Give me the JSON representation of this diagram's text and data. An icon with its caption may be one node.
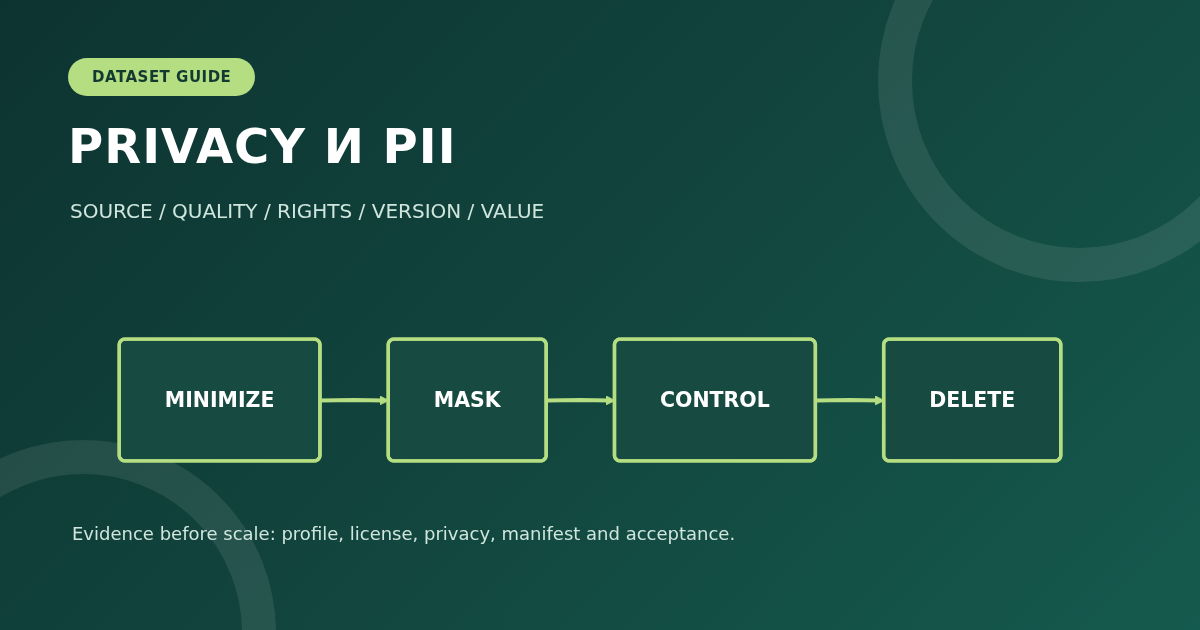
{
  "diagram": {
    "title": "PRIVACY И PII",
    "caption": "Evidence before scale: profile, license, privacy, manifest and acceptance.",
    "nodes": [
      {
        "text": [
          "MINIMIZE"
        ]
      },
      {
        "text": [
          "MASK"
        ]
      },
      {
        "text": [
          "CONTROL"
        ]
      },
      {
        "text": [
          "DELETE"
        ]
      }
    ],
    "edges": [
      {
        "from": 0,
        "to": 1,
        "arrow": "to"
      },
      {
        "from": 1,
        "to": 2,
        "arrow": "to"
      },
      {
        "from": 2,
        "to": 3,
        "arrow": "to"
      }
    ],
    "labels": [
      "DATASET GUIDE",
      "SOURCE / QUALITY / RIGHTS / VERSION / VALUE"
    ]
  }
}
